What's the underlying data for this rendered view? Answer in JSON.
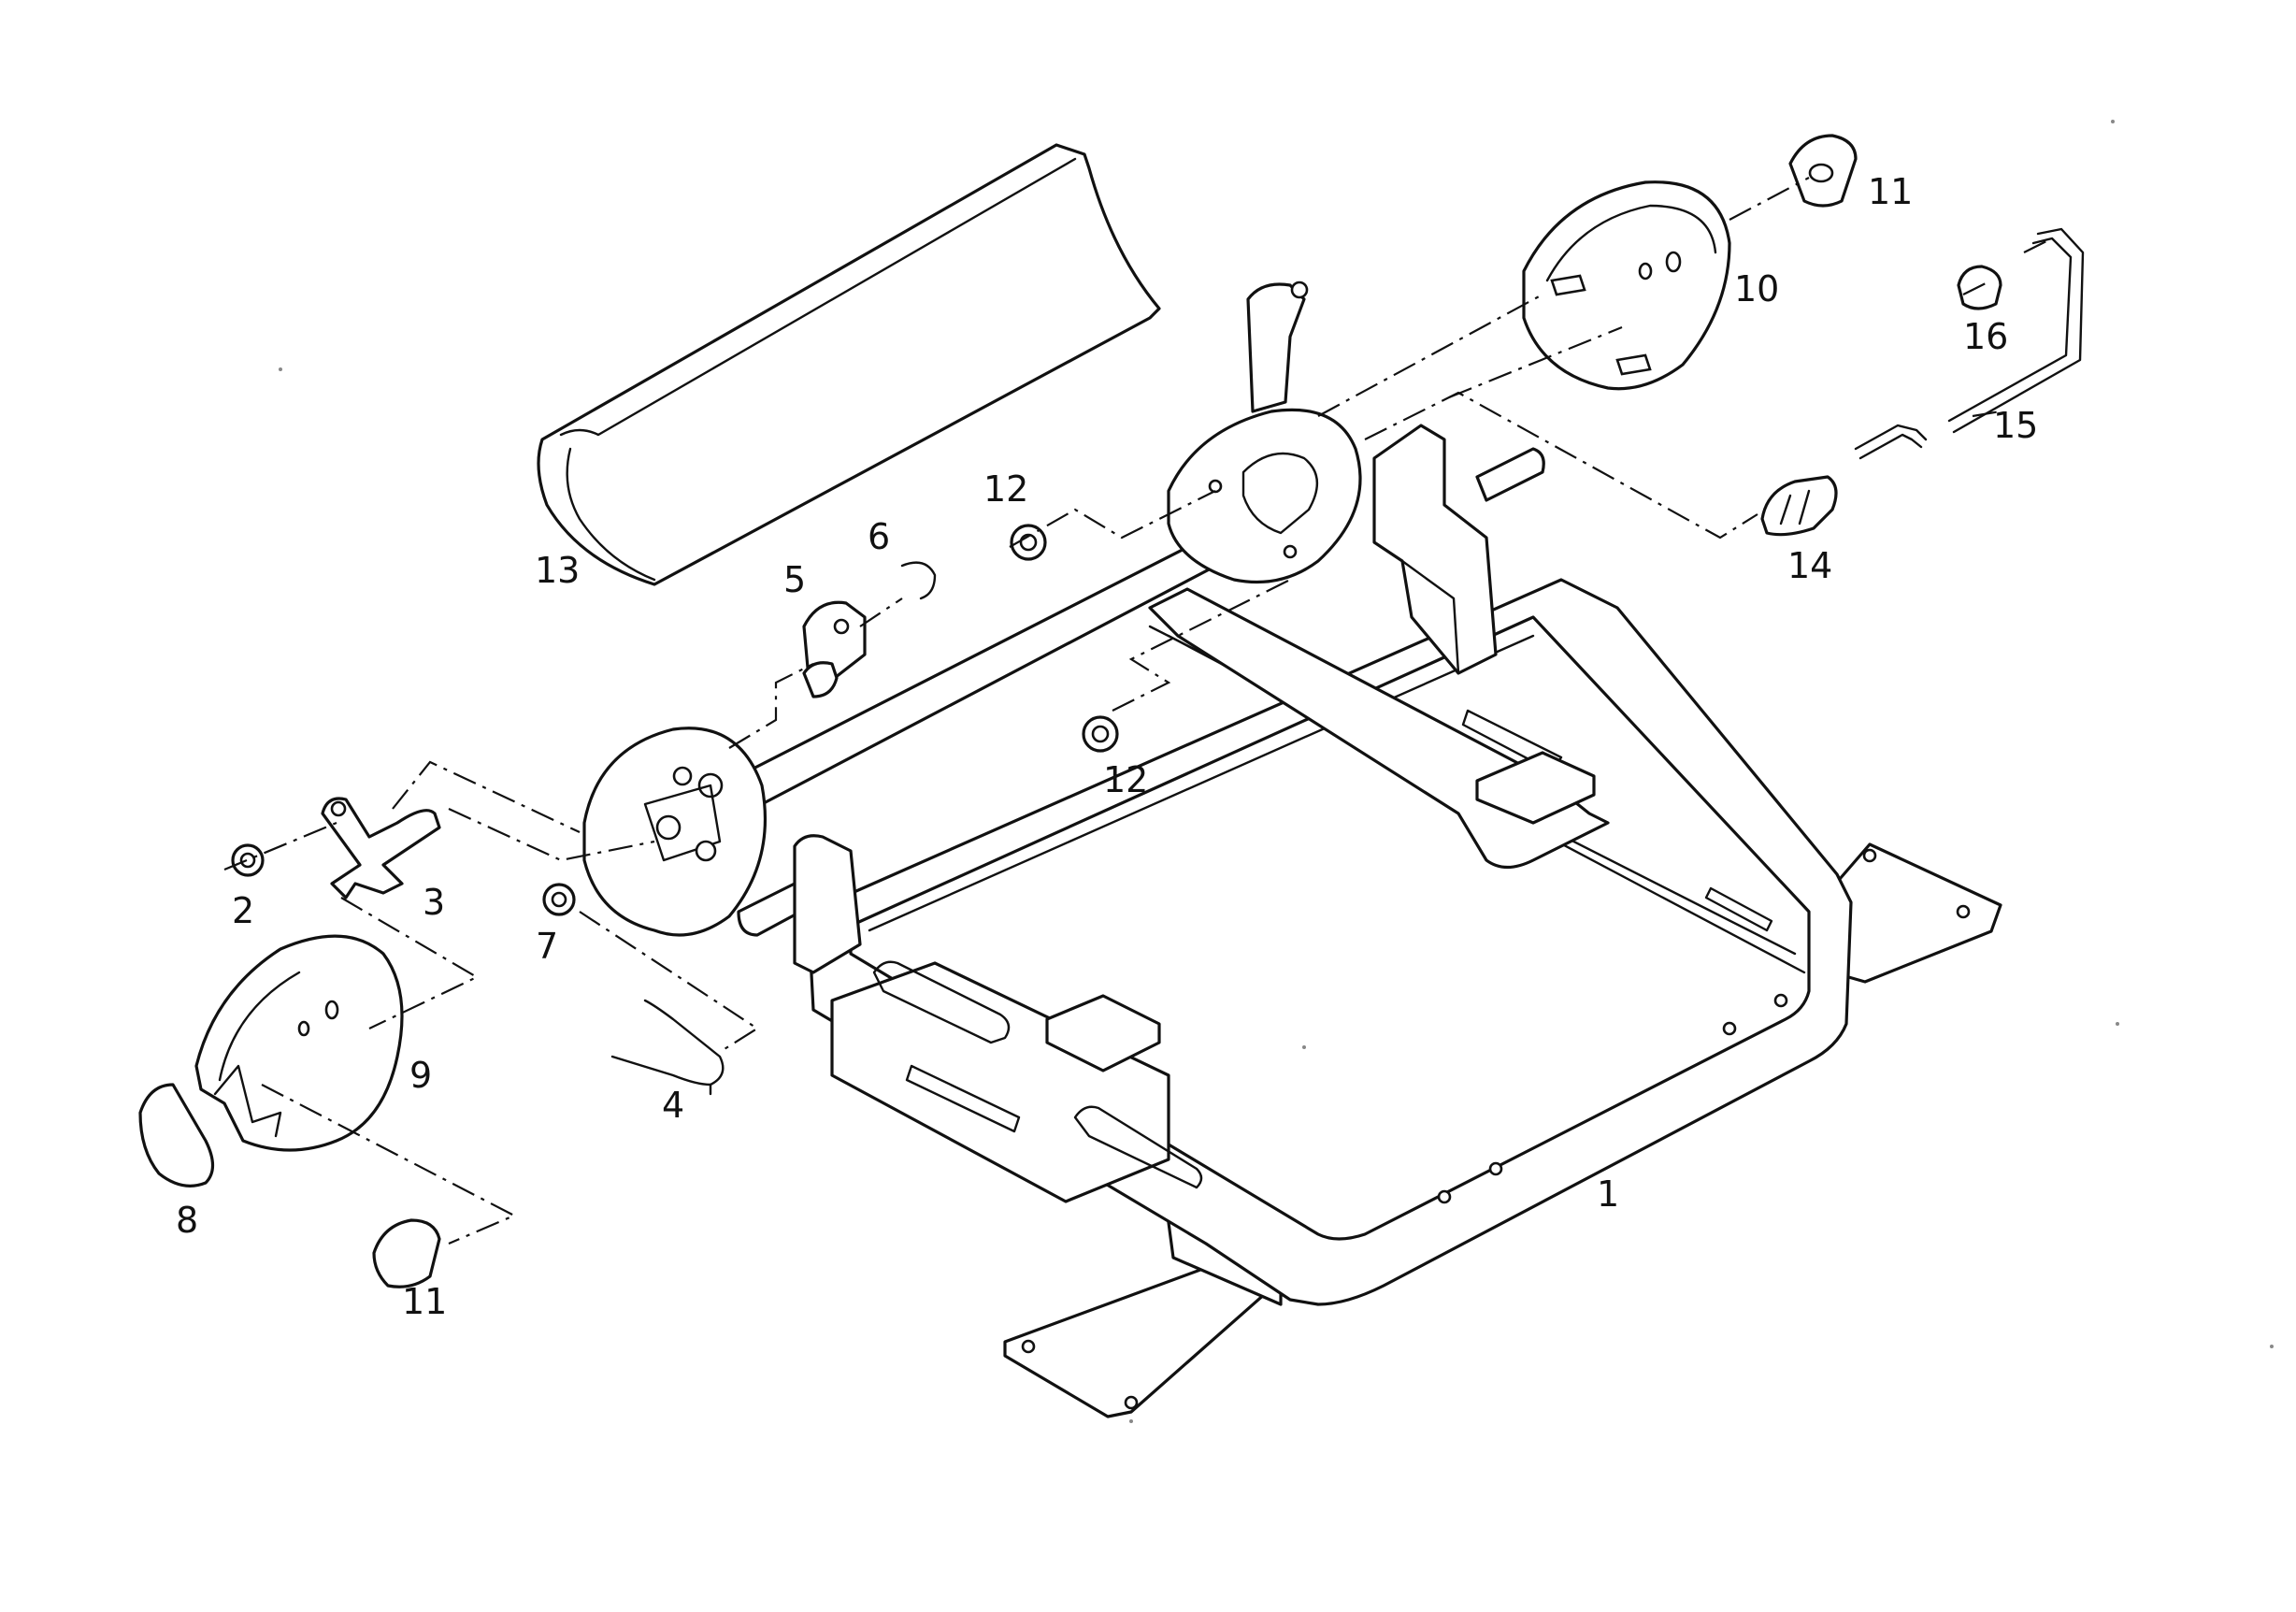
{
  "figure": {
    "type": "exploded-parts-diagram",
    "line_color": "#111111",
    "background": "#ffffff"
  },
  "callouts": {
    "p1": "1",
    "p2": "2",
    "p3": "3",
    "p4": "4",
    "p5": "5",
    "p6": "6",
    "p7": "7",
    "p8": "8",
    "p9": "9",
    "p10": "10",
    "p11_top": "11",
    "p11_bottom": "11",
    "p12_top": "12",
    "p12_mid": "12",
    "p13": "13",
    "p14": "14",
    "p15": "15",
    "p16": "16"
  }
}
